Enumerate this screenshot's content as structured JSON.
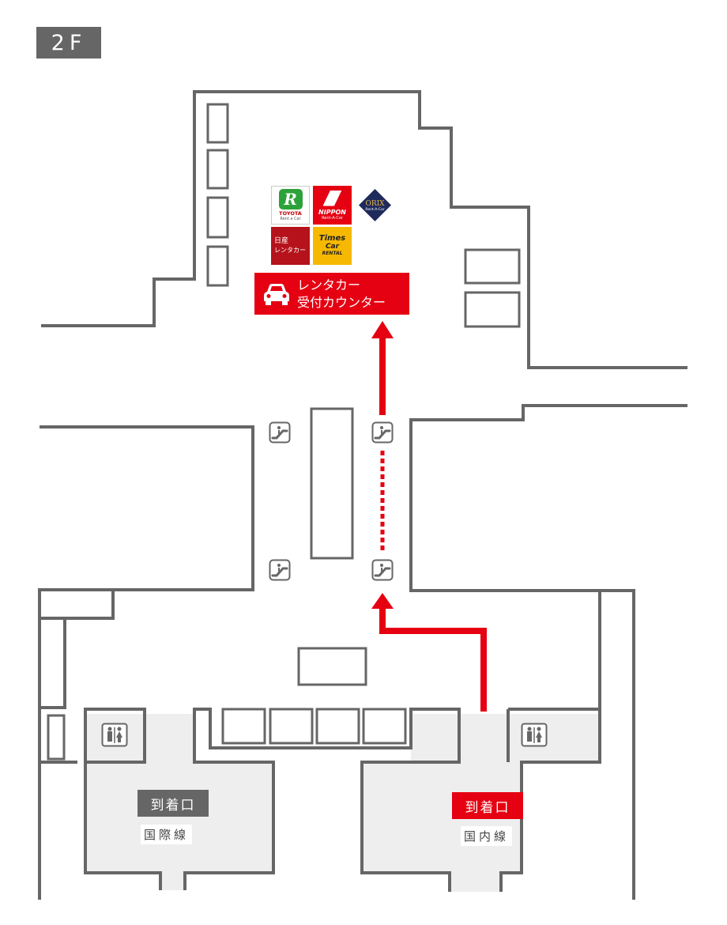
{
  "floor": {
    "label": "2F"
  },
  "counter": {
    "line1": "レンタカー",
    "line2": "受付カウンター",
    "icon": "car-icon"
  },
  "logos": {
    "toyota": {
      "mark": "R",
      "name": "TOYOTA",
      "sub": "Rent a Car"
    },
    "nippon": {
      "name": "NIPPON",
      "sub": "Rent-A-Car"
    },
    "orix": {
      "name": "ORIX",
      "sub": "Rent-A-Car"
    },
    "nissan": {
      "line1": "日産",
      "line2": "レンタカー"
    },
    "times": {
      "line1": "Times",
      "line2": "Car",
      "line3": "RENTAL"
    }
  },
  "gates": {
    "international": {
      "label": "到着口",
      "sub": "国際線"
    },
    "domestic": {
      "label": "到着口",
      "sub": "国内線"
    }
  },
  "icons": {
    "escalator": "escalator-icon",
    "restroom": "restroom-icon"
  },
  "colors": {
    "route": "#e50012",
    "walls": "#666666",
    "arrival_area": "#eeeeee",
    "badge": "#666666"
  }
}
